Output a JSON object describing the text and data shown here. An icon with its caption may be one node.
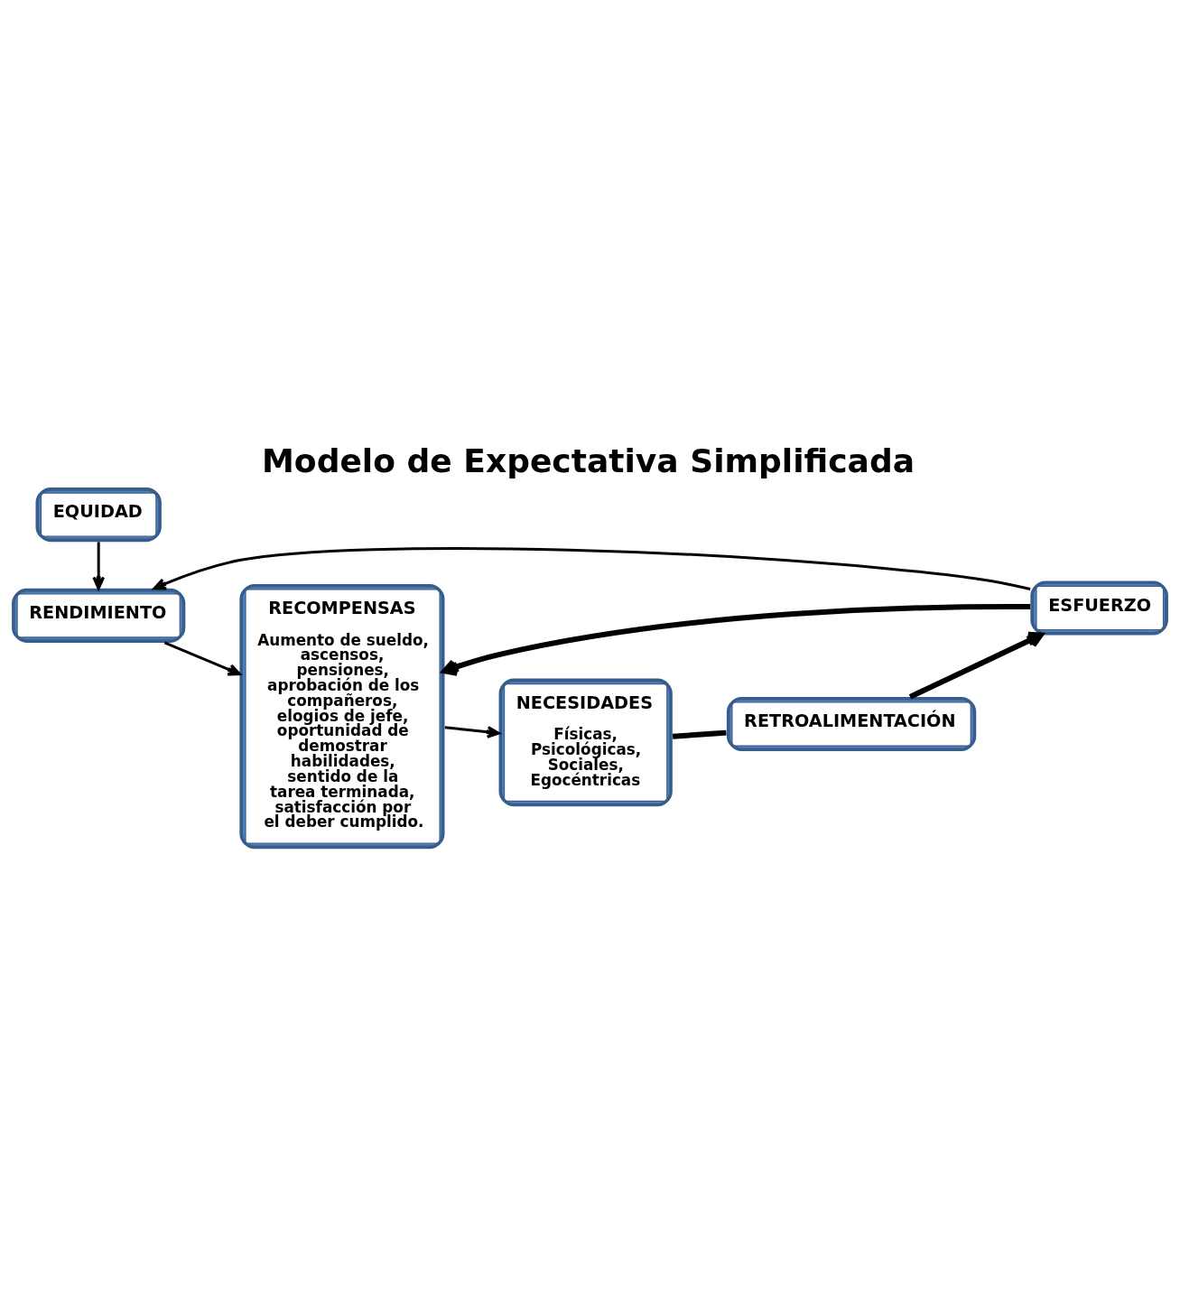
{
  "diagram": {
    "title": "Modelo de Expectativa Simplificada",
    "nodes": [
      {
        "text": [
          "EQUIDAD"
        ]
      },
      {
        "text": [
          "ESFUERZO"
        ]
      },
      {
        "text": [
          "RENDIMIENTO"
        ]
      },
      {
        "text": [
          "RECOMPENSAS",
          "Aumento de sueldo, ascensos, pensiones, aprobación de los compañeros, elogios de jefe, oportunidad de demostrar habilidades, sentido de la tarea terminada, satisfacción por el deber cumplido."
        ]
      },
      {
        "text": [
          "NECESIDADES",
          "Físicas, Psicológicas, Sociales, Egocéntricas"
        ]
      },
      {
        "text": [
          "RETROALIMENTACIÓN"
        ]
      }
    ],
    "edges": [
      {
        "from": 0,
        "to": 2,
        "arrow": "to"
      },
      {
        "from": 1,
        "to": 2,
        "arrow": "to"
      },
      {
        "from": 2,
        "to": 3,
        "arrow": "to"
      },
      {
        "from": 1,
        "to": 3,
        "arrow": "to",
        "style": "thick"
      },
      {
        "from": 3,
        "to": 4,
        "arrow": "to"
      },
      {
        "from": 4,
        "to": 5,
        "arrow": "none",
        "style": "thick"
      },
      {
        "from": 5,
        "to": 1,
        "arrow": "to",
        "style": "thick"
      }
    ]
  }
}
